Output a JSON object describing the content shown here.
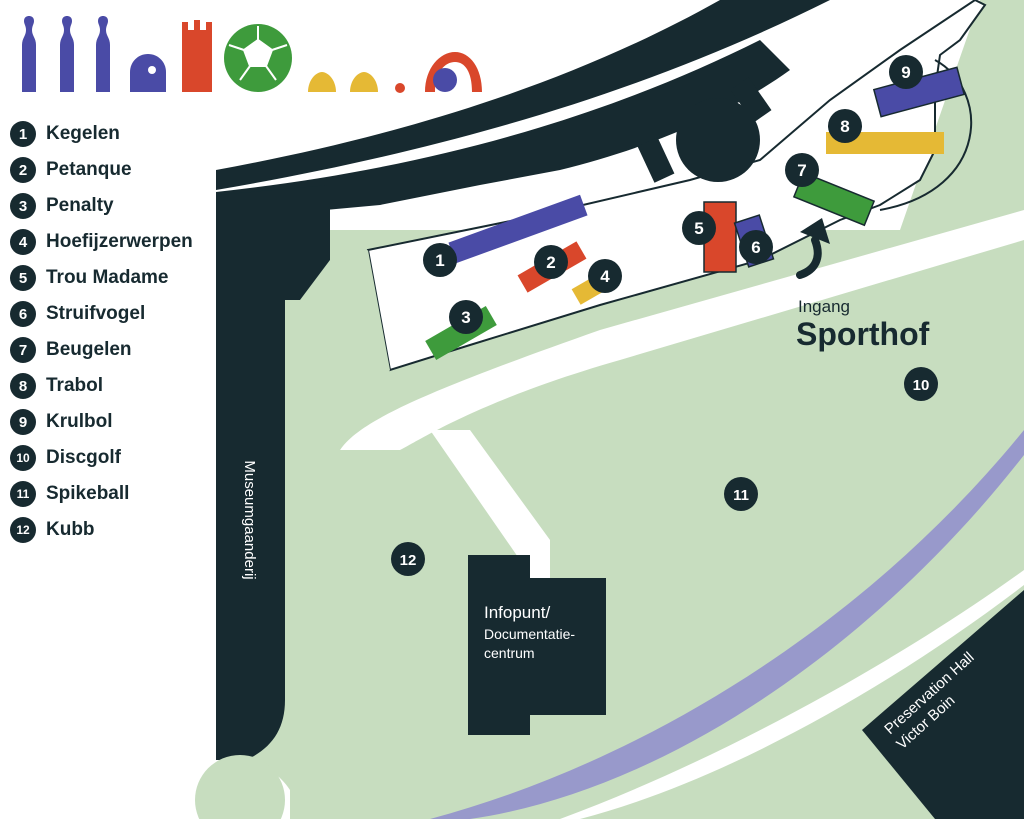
{
  "colors": {
    "dark": "#172a30",
    "grass": "#c7ddbf",
    "path": "#ffffff",
    "river": "#9899cb",
    "blue": "#4a4ba6",
    "red": "#d9472b",
    "green": "#3e9b3c",
    "yellow": "#e5b935"
  },
  "legend": [
    {
      "num": "1",
      "label": "Kegelen"
    },
    {
      "num": "2",
      "label": "Petanque"
    },
    {
      "num": "3",
      "label": "Penalty"
    },
    {
      "num": "4",
      "label": "Hoefijzerwerpen"
    },
    {
      "num": "5",
      "label": "Trou Madame"
    },
    {
      "num": "6",
      "label": "Struifvogel"
    },
    {
      "num": "7",
      "label": "Beugelen"
    },
    {
      "num": "8",
      "label": "Trabol"
    },
    {
      "num": "9",
      "label": "Krulbol"
    },
    {
      "num": "10",
      "label": "Discgolf"
    },
    {
      "num": "11",
      "label": "Spikeball"
    },
    {
      "num": "12",
      "label": "Kubb"
    }
  ],
  "map": {
    "entrance_label": "Ingang",
    "brand": "Sporthof",
    "street_label": "Museumgaanderij",
    "infopunt_line1": "Infopunt/",
    "infopunt_line2": "Documentatie-",
    "infopunt_line3": "centrum",
    "hall_line1": "Preservation Hall",
    "hall_line2": "Victor Boin"
  }
}
